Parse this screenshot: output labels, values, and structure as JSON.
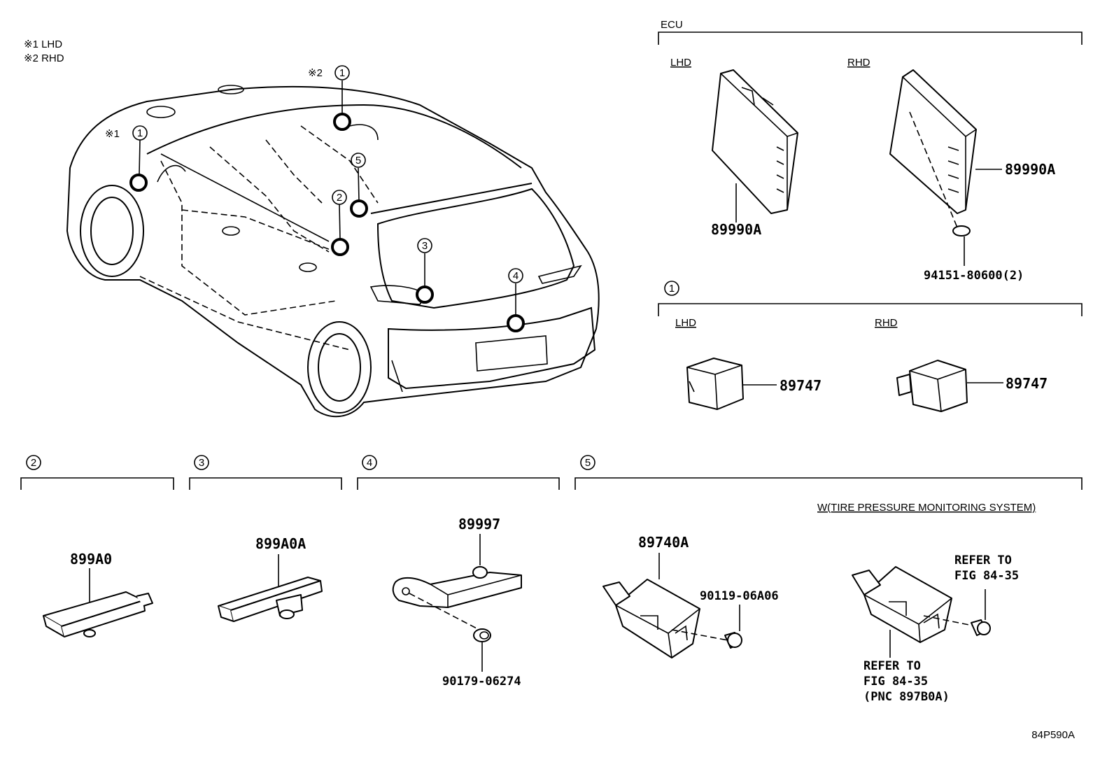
{
  "legend": {
    "note1": "※1 LHD",
    "note2": "※2 RHD"
  },
  "markers": {
    "m1": "①",
    "m2": "②",
    "m3": "③",
    "m4": "④",
    "m5": "⑤",
    "ref1": "※1",
    "ref2": "※2"
  },
  "sections": {
    "ecu": {
      "title": "ECU",
      "lhd": "LHD",
      "rhd": "RHD",
      "lhd_part": "89990A",
      "rhd_part": "89990A",
      "rhd_screw": "94151-80600(2)"
    },
    "s1": {
      "number": "1",
      "lhd": "LHD",
      "rhd": "RHD",
      "lhd_part": "89747",
      "rhd_part": "89747"
    },
    "s2": {
      "number": "2",
      "part": "899A0"
    },
    "s3": {
      "number": "3",
      "part": "899A0A"
    },
    "s4": {
      "number": "4",
      "part": "89997",
      "clip": "90179-06274"
    },
    "s5": {
      "number": "5",
      "part": "89740A",
      "bolt": "90119-06A06",
      "option": "W(TIRE PRESSURE MONITORING SYSTEM)",
      "refer_top_1": "REFER TO",
      "refer_top_2": "FIG 84-35",
      "refer_bot_1": "REFER TO",
      "refer_bot_2": "FIG 84-35",
      "refer_bot_3": "(PNC 897B0A)"
    }
  },
  "figure_id": "84P590A"
}
